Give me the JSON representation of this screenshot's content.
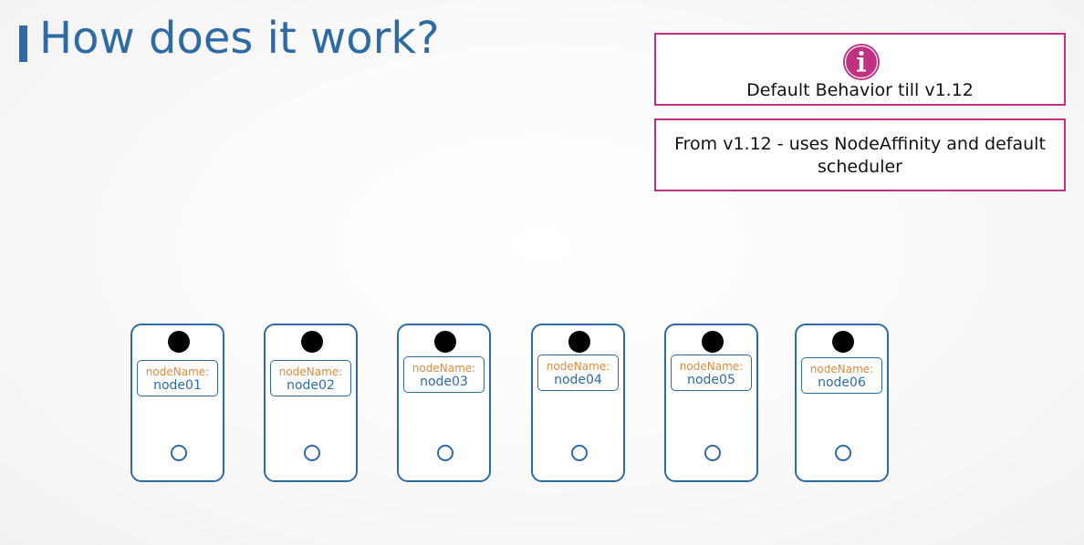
{
  "slide": {
    "title": "How does it work?"
  },
  "info": {
    "default_behavior": "Default Behavior till v1.12",
    "from_v112": "From v1.12 - uses NodeAffinity and default scheduler",
    "icon": "info-icon",
    "accent_color": "#c0327f"
  },
  "colors": {
    "primary": "#2e6aa4",
    "label_key": "#e08a3c"
  },
  "nodes": [
    {
      "key": "nodeName:",
      "value": "node01"
    },
    {
      "key": "nodeName:",
      "value": "node02"
    },
    {
      "key": "nodeName:",
      "value": "node03"
    },
    {
      "key": "nodeName:",
      "value": "node04"
    },
    {
      "key": "nodeName:",
      "value": "node05"
    },
    {
      "key": "nodeName:",
      "value": "node06"
    }
  ]
}
